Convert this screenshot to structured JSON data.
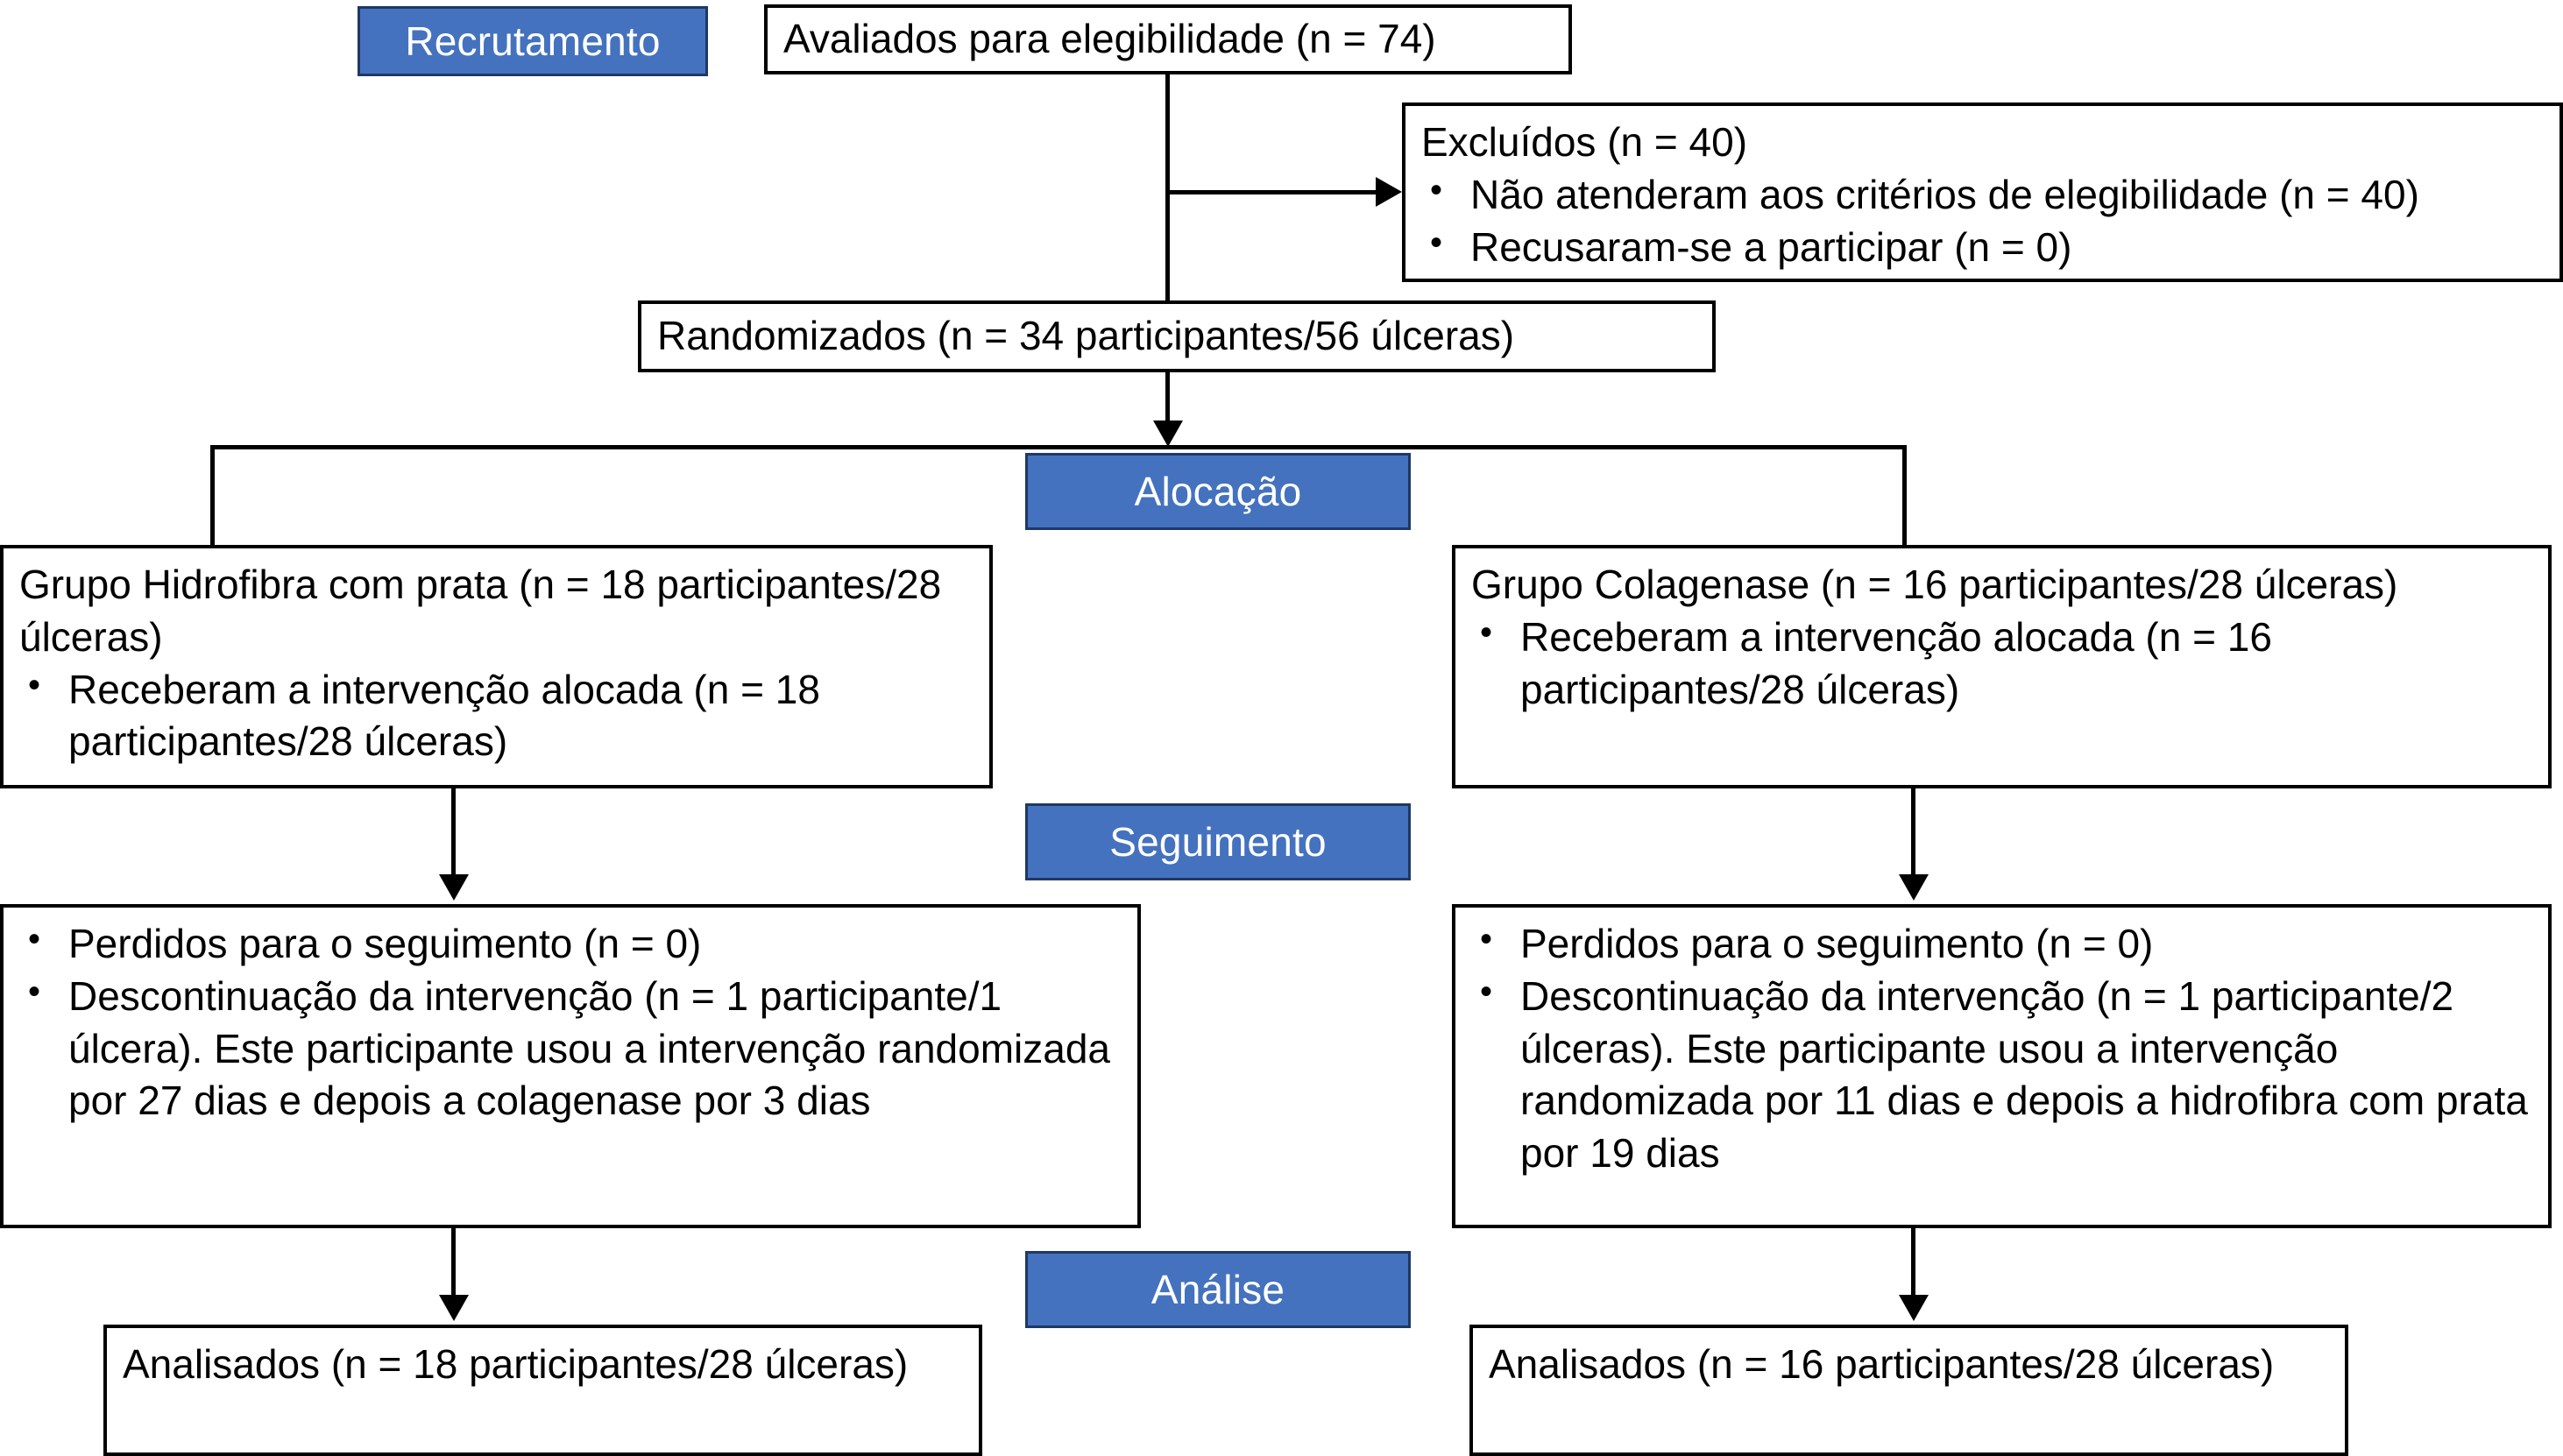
{
  "diagram": {
    "title": "CONSORT flow diagram",
    "accent_color": "#4472BE",
    "accent_border_color": "#1F3864",
    "line_color": "#000000",
    "background_color": "#FFFFFF"
  },
  "stages": {
    "recruitment": "Recrutamento",
    "allocation": "Alocação",
    "followup": "Seguimento",
    "analysis": "Análise"
  },
  "boxes": {
    "assessed": {
      "text": "Avaliados para elegibilidade (n = 74)"
    },
    "excluded": {
      "heading": "Excluídos (n = 40)",
      "bullets": [
        "Não atenderam aos critérios de elegibilidade (n = 40)",
        "Recusaram-se a participar (n = 0)"
      ]
    },
    "randomized": {
      "text": "Randomizados (n = 34 participantes/56 úlceras)"
    },
    "alloc_left": {
      "heading": "Grupo Hidrofibra com prata (n = 18 participantes/28 úlceras)",
      "bullets": [
        "Receberam a intervenção alocada (n = 18 participantes/28 úlceras)"
      ]
    },
    "alloc_right": {
      "heading": "Grupo Colagenase (n = 16 participantes/28 úlceras)",
      "bullets": [
        "Receberam a intervenção alocada (n = 16 participantes/28 úlceras)"
      ]
    },
    "follow_left": {
      "bullets": [
        "Perdidos para o seguimento (n = 0)",
        "Descontinuação da intervenção (n = 1 participante/1 úlcera). Este participante usou a intervenção randomizada por 27 dias e depois a colagenase por 3 dias"
      ]
    },
    "follow_right": {
      "bullets": [
        "Perdidos para o seguimento (n = 0)",
        "Descontinuação da intervenção (n = 1 participante/2 úlceras). Este participante usou a intervenção randomizada por 11 dias e depois a hidrofibra com prata por 19 dias"
      ]
    },
    "analysed_left": {
      "text": "Analisados (n = 18 participantes/28 úlceras)"
    },
    "analysed_right": {
      "text": "Analisados (n = 16 participantes/28 úlceras)"
    }
  }
}
